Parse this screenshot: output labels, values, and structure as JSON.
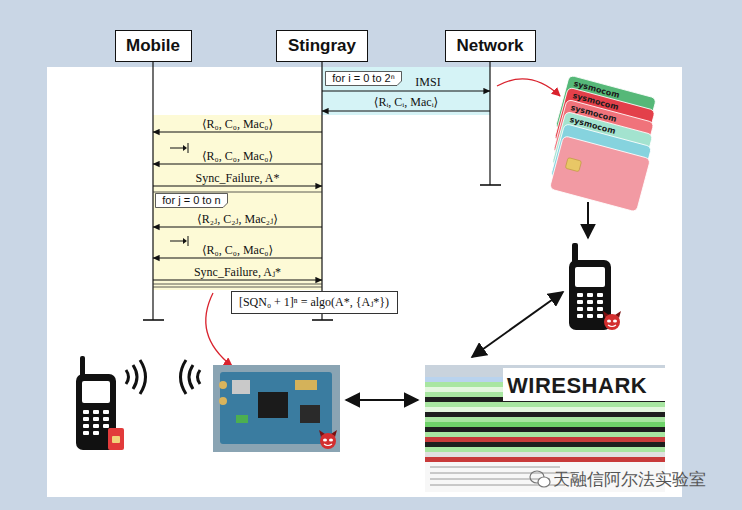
{
  "diagram": {
    "nodes": [
      {
        "text": [
          "Mobile"
        ]
      },
      {
        "text": [
          "Stingray"
        ]
      },
      {
        "text": [
          "Network"
        ]
      },
      {
        "text": [
          "for i = 0 to 2ⁿ"
        ]
      },
      {
        "text": [
          "for j = 0 to n"
        ]
      },
      {
        "text": [
          "[SQN₀ + 1]ⁿ = algo(A*, {Aⱼ*})"
        ]
      }
    ],
    "edges": [
      {
        "from": 1,
        "to": 2,
        "label": "IMSI",
        "arrow": "to"
      },
      {
        "from": 2,
        "to": 1,
        "label": "⟨Rᵢ, Cᵢ, Macᵢ⟩",
        "arrow": "to"
      },
      {
        "from": 1,
        "to": 0,
        "label": "⟨R₀, C₀, Mac₀⟩",
        "arrow": "to"
      },
      {
        "from": 1,
        "to": 0,
        "label": "⟨R₀, C₀, Mac₀⟩",
        "arrow": "to"
      },
      {
        "from": 0,
        "to": 1,
        "label": "Sync_Failure, A*",
        "arrow": "to"
      },
      {
        "from": 1,
        "to": 0,
        "label": "⟨R₂ⱼ, C₂ⱼ, Mac₂ⱼ⟩",
        "arrow": "to"
      },
      {
        "from": 1,
        "to": 0,
        "label": "⟨R₀, C₀, Mac₀⟩",
        "arrow": "to"
      },
      {
        "from": 0,
        "to": 1,
        "label": "Sync_Failure, Aⱼ*",
        "arrow": "to"
      }
    ],
    "labels": [
      "sysmocom",
      "sysmocom",
      "sysmocom",
      "sysmocom",
      "WIRESHARK",
      "天融信阿尔法实验室"
    ]
  }
}
